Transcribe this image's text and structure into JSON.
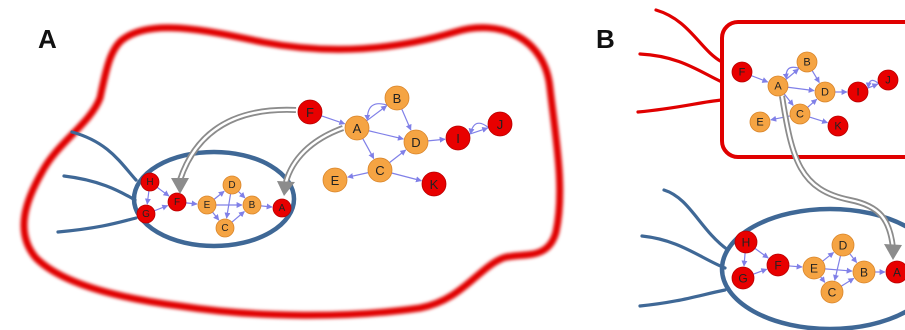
{
  "panels": [
    {
      "id": "A",
      "label": "A"
    },
    {
      "id": "B",
      "label": "B"
    }
  ],
  "colors": {
    "host_outline": "#e00000",
    "compartment_outline": "#3f6896",
    "red_node": "#e80000",
    "orange_node": "#f5a443",
    "edge": "#8080e8",
    "transfer_arrow": "#8c8c8c"
  },
  "graphs": {
    "a_host": {
      "nodes": [
        {
          "id": "F",
          "label": "F",
          "color": "red"
        },
        {
          "id": "A",
          "label": "A",
          "color": "orange"
        },
        {
          "id": "B",
          "label": "B",
          "color": "orange"
        },
        {
          "id": "D",
          "label": "D",
          "color": "orange"
        },
        {
          "id": "I",
          "label": "I",
          "color": "red"
        },
        {
          "id": "J",
          "label": "J",
          "color": "red"
        },
        {
          "id": "C",
          "label": "C",
          "color": "orange"
        },
        {
          "id": "E",
          "label": "E",
          "color": "orange"
        },
        {
          "id": "K",
          "label": "K",
          "color": "red"
        }
      ]
    },
    "a_compartment": {
      "nodes": [
        {
          "id": "H",
          "label": "H",
          "color": "red"
        },
        {
          "id": "G",
          "label": "G",
          "color": "red"
        },
        {
          "id": "F",
          "label": "F",
          "color": "red"
        },
        {
          "id": "E",
          "label": "E",
          "color": "orange"
        },
        {
          "id": "D",
          "label": "D",
          "color": "orange"
        },
        {
          "id": "C",
          "label": "C",
          "color": "orange"
        },
        {
          "id": "B",
          "label": "B",
          "color": "orange"
        },
        {
          "id": "A",
          "label": "A",
          "color": "red"
        }
      ]
    },
    "b_host": {
      "nodes": [
        {
          "id": "F",
          "label": "F",
          "color": "red"
        },
        {
          "id": "A",
          "label": "A",
          "color": "orange"
        },
        {
          "id": "B",
          "label": "B",
          "color": "orange"
        },
        {
          "id": "D",
          "label": "D",
          "color": "orange"
        },
        {
          "id": "I",
          "label": "I",
          "color": "red"
        },
        {
          "id": "J",
          "label": "J",
          "color": "red"
        },
        {
          "id": "C",
          "label": "C",
          "color": "orange"
        },
        {
          "id": "E",
          "label": "E",
          "color": "orange"
        },
        {
          "id": "K",
          "label": "K",
          "color": "red"
        }
      ]
    },
    "b_compartment": {
      "nodes": [
        {
          "id": "H",
          "label": "H",
          "color": "red"
        },
        {
          "id": "G",
          "label": "G",
          "color": "red"
        },
        {
          "id": "F",
          "label": "F",
          "color": "red"
        },
        {
          "id": "E",
          "label": "E",
          "color": "orange"
        },
        {
          "id": "D",
          "label": "D",
          "color": "orange"
        },
        {
          "id": "C",
          "label": "C",
          "color": "orange"
        },
        {
          "id": "B",
          "label": "B",
          "color": "orange"
        },
        {
          "id": "A",
          "label": "A",
          "color": "red"
        }
      ]
    }
  }
}
